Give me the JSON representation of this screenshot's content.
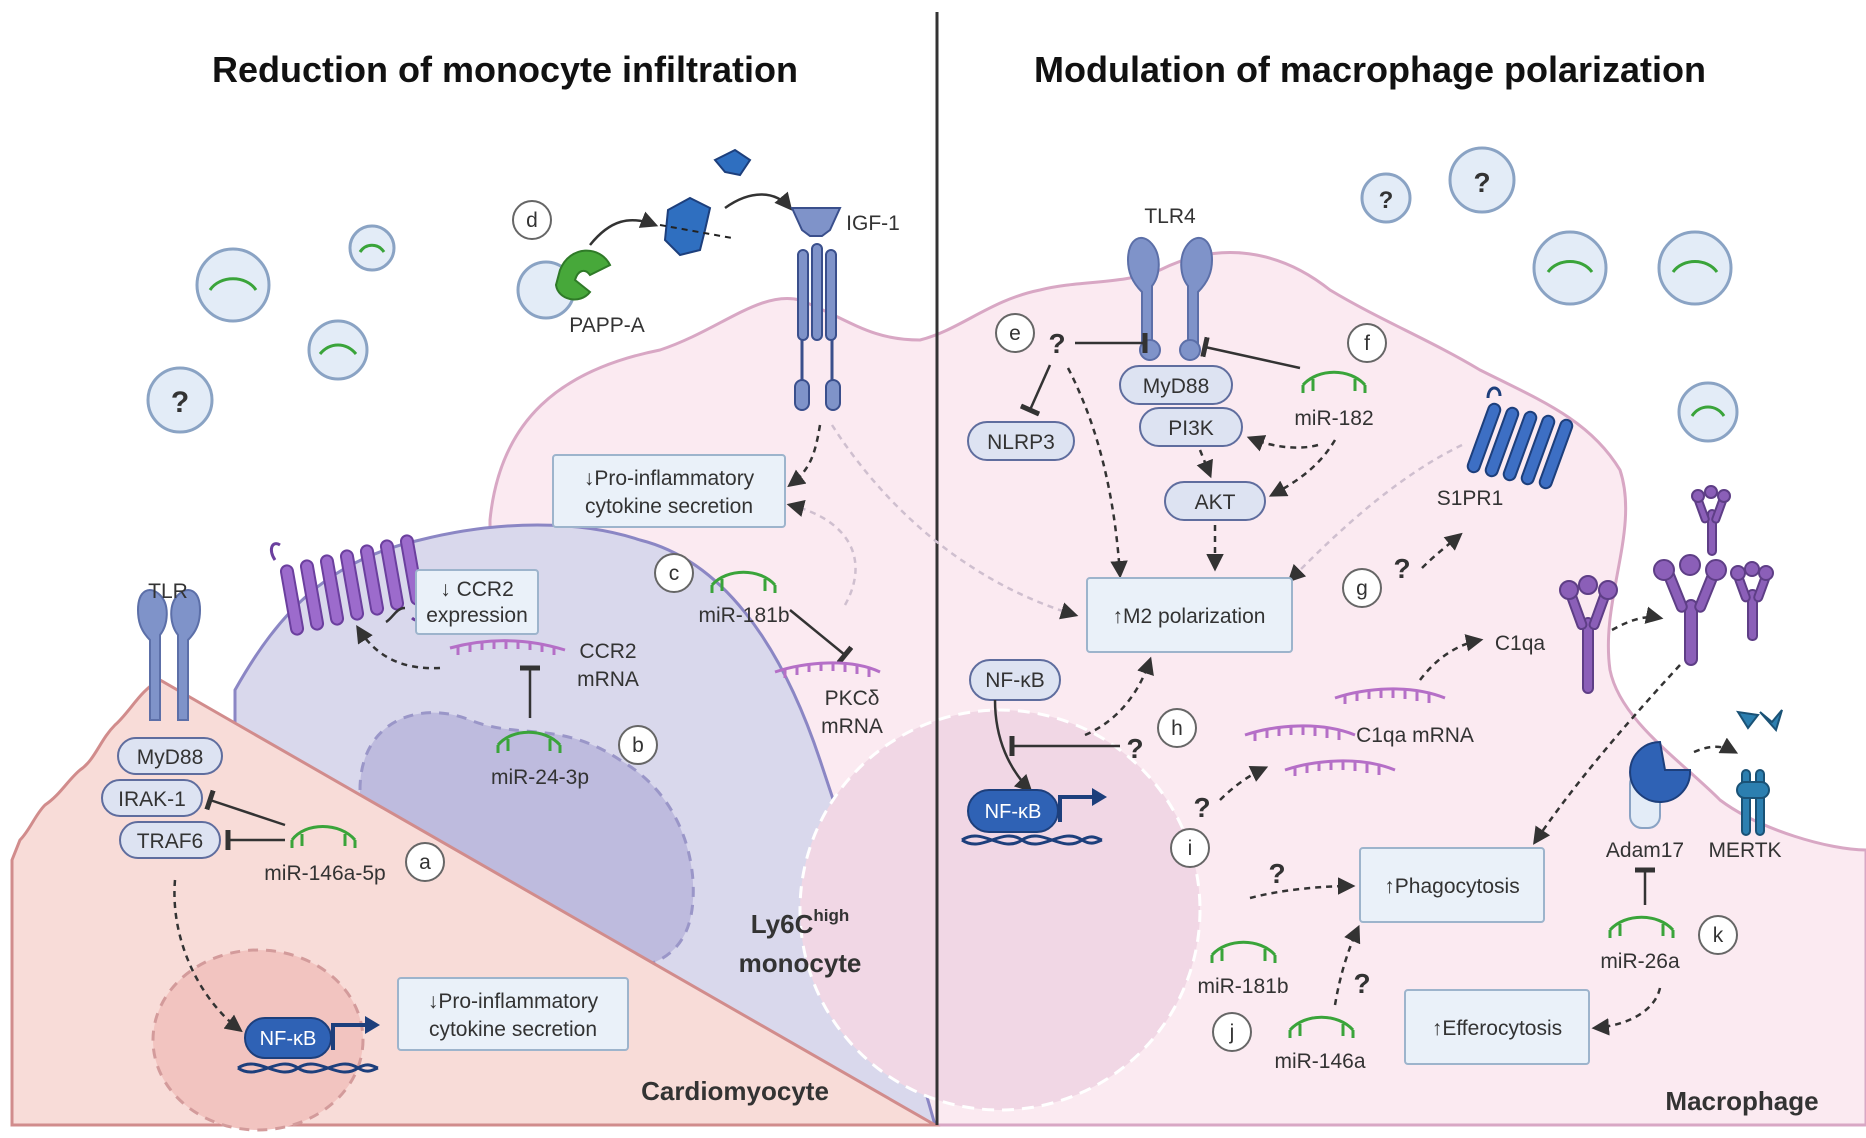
{
  "titles": {
    "left": "Reduction of monocyte infiltration",
    "right": "Modulation of macrophage polarization"
  },
  "cells": {
    "cardiomyocyte": "Cardiomyocyte",
    "monocyte_pre": "Ly6C",
    "monocyte_sup": "high",
    "monocyte_post": "monocyte",
    "macrophage": "Macrophage"
  },
  "letters": [
    "a",
    "b",
    "c",
    "d",
    "e",
    "f",
    "g",
    "h",
    "i",
    "j",
    "k"
  ],
  "labels": {
    "tlr": "TLR",
    "myd88": "MyD88",
    "irak1": "IRAK-1",
    "traf6": "TRAF6",
    "mir146a5p": "miR-146a-5p",
    "nfkb": "NF-κB",
    "down_proinfl_1": "↓Pro-inflammatory",
    "down_proinfl_2": "cytokine secretion",
    "down_ccr2_1": "↓ CCR2",
    "down_ccr2_2": "expression",
    "ccr2_mrna_1": "CCR2",
    "ccr2_mrna_2": "mRNA",
    "mir24": "miR-24-3p",
    "papp_a": "PAPP-A",
    "igf1": "IGF-1",
    "mir181b": "miR-181b",
    "pkcd_1": "PKCδ",
    "pkcd_2": "mRNA",
    "tlr4": "TLR4",
    "pi3k": "PI3K",
    "akt": "AKT",
    "nlrp3": "NLRP3",
    "mir182": "miR-182",
    "s1pr1": "S1PR1",
    "m2": "↑M2 polarization",
    "c1qa": "C1qa",
    "c1qa_mrna": "C1qa mRNA",
    "phago": "↑Phagocytosis",
    "effero": "↑Efferocytosis",
    "adam17": "Adam17",
    "mertk": "MERTK",
    "mir26a": "miR-26a",
    "mir146a": "miR-146a",
    "q": "?"
  },
  "colors": {
    "cardiomyocyte_fill": "#f8dcd8",
    "monocyte_fill": "#d9d8ec",
    "macrophage_fill": "#fbeaf1",
    "receptor_blue": "#7f93c9",
    "mirna_green": "#3aa43a",
    "mrna_purple": "#b56fc7"
  }
}
